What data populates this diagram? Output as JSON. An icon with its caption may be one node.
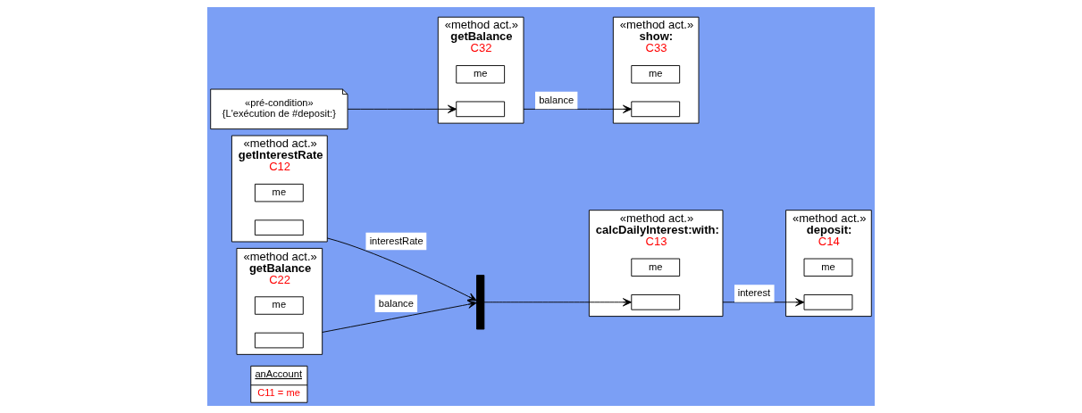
{
  "diagram": {
    "nodes": [
      {
        "text": [
          "anAccount",
          "C11 = me"
        ]
      },
      {
        "text": [
          "«method act.»",
          "getInterestRate",
          "C12"
        ]
      },
      {
        "text": [
          "me"
        ],
        "in": 1
      },
      {
        "text": [],
        "shape": "box",
        "in": 1
      },
      {
        "text": [
          "«method act.»",
          "getBalance",
          "C22"
        ]
      },
      {
        "text": [
          "me"
        ],
        "in": 4
      },
      {
        "text": [],
        "shape": "box",
        "in": 4
      },
      {
        "text": [],
        "shape": "bar"
      },
      {
        "text": [
          "«method act.»",
          "calcDailyInterest:with:",
          "C13"
        ]
      },
      {
        "text": [
          "me"
        ],
        "in": 8
      },
      {
        "text": [],
        "shape": "box",
        "in": 8
      },
      {
        "text": [
          "«method act.»",
          "deposit:",
          "C14"
        ]
      },
      {
        "text": [
          "me"
        ],
        "in": 11
      },
      {
        "text": [],
        "shape": "box",
        "in": 11
      },
      {
        "text": [
          "«pré-condition»",
          "{L'exécution de #deposit:}"
        ]
      },
      {
        "text": [
          "«method act.»",
          "getBalance",
          "C32"
        ]
      },
      {
        "text": [
          "me"
        ],
        "in": 15
      },
      {
        "text": [],
        "shape": "box",
        "in": 15
      },
      {
        "text": [
          "«method act.»",
          "show:",
          "C33"
        ]
      },
      {
        "text": [
          "me"
        ],
        "in": 18
      },
      {
        "text": [],
        "shape": "box",
        "in": 18
      }
    ],
    "edges": [
      {
        "from": 1,
        "to": 7,
        "arrow": "to",
        "label": "interestRate"
      },
      {
        "from": 4,
        "to": 7,
        "arrow": "to",
        "label": "balance"
      },
      {
        "from": 7,
        "to": 10,
        "arrow": "to"
      },
      {
        "from": 8,
        "to": 13,
        "arrow": "to",
        "label": "interest"
      },
      {
        "from": 14,
        "to": 17,
        "arrow": "to"
      },
      {
        "from": 15,
        "to": 20,
        "arrow": "to",
        "label": "balance"
      }
    ]
  }
}
